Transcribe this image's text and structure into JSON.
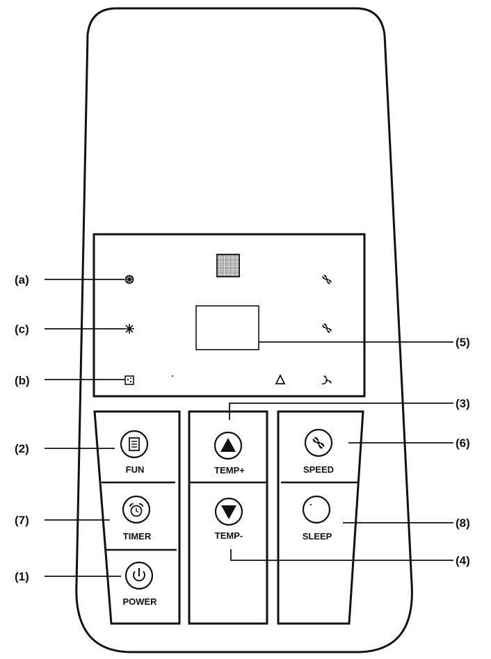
{
  "callouts": {
    "a": "(a)",
    "c": "(c)",
    "b": "(b)",
    "n1": "(1)",
    "n2": "(2)",
    "n3": "(3)",
    "n4": "(4)",
    "n5": "(5)",
    "n6": "(6)",
    "n7": "(7)",
    "n8": "(8)"
  },
  "buttons": {
    "fun": "FUN",
    "timer": "TIMER",
    "power": "POWER",
    "temp_up": "TEMP+",
    "temp_down": "TEMP-",
    "speed": "SPEED",
    "sleep": "SLEEP"
  },
  "icons": {
    "display_indicators": [
      "cool-mode-icon",
      "heat-mode-icon",
      "dehumidify-mode-icon",
      "sleep-icon",
      "timer-triangle-icon",
      "fan-high-icon",
      "fan-medium-icon",
      "fan-low-icon",
      "filter-grid-icon"
    ],
    "button_icons": [
      "fun-mode-icon",
      "alarm-clock-icon",
      "power-icon",
      "up-triangle-icon",
      "down-triangle-icon",
      "fan-icon",
      "moon-icon"
    ]
  }
}
